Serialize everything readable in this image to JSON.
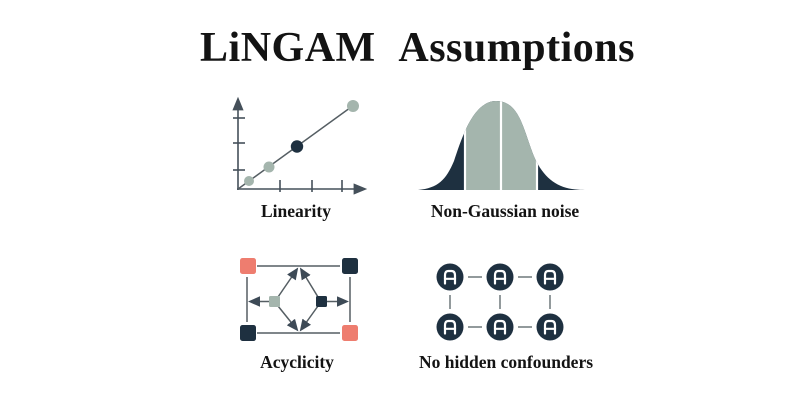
{
  "title": "LiNGAM Assumptions",
  "colors": {
    "navy": "#1e3040",
    "sage": "#a4b5ad",
    "salmon": "#ee7d6f",
    "ink": "#131313",
    "axis": "#45505a",
    "connector": "#929a9c",
    "divider": "#ffffff",
    "bg": "#ffffff"
  },
  "figures": {
    "linearity": {
      "label": "Linearity",
      "type": "scatter-line",
      "points": [
        {
          "pos": 1,
          "color": "sage"
        },
        {
          "pos": 2,
          "color": "sage"
        },
        {
          "pos": 3,
          "color": "navy"
        },
        {
          "pos": 4,
          "color": "sage"
        }
      ],
      "y_tick_count": 3,
      "x_tick_count": 3
    },
    "non_gaussian": {
      "label": "Non-Gaussian noise",
      "type": "distribution-curve",
      "segments": [
        "navy-left-tail",
        "sage-center-left",
        "sage-center-right",
        "navy-right-tail"
      ],
      "divider_count": 3
    },
    "acyclicity": {
      "label": "Acyclicity",
      "type": "dag-diagram",
      "corner_node_colors": [
        "salmon",
        "navy",
        "navy",
        "salmon"
      ],
      "inner_node_colors": [
        "sage",
        "navy"
      ]
    },
    "no_hidden_confounders": {
      "label": "No hidden confounders",
      "type": "node-grid",
      "rows": 2,
      "cols": 3,
      "node_glyph": "A"
    }
  }
}
